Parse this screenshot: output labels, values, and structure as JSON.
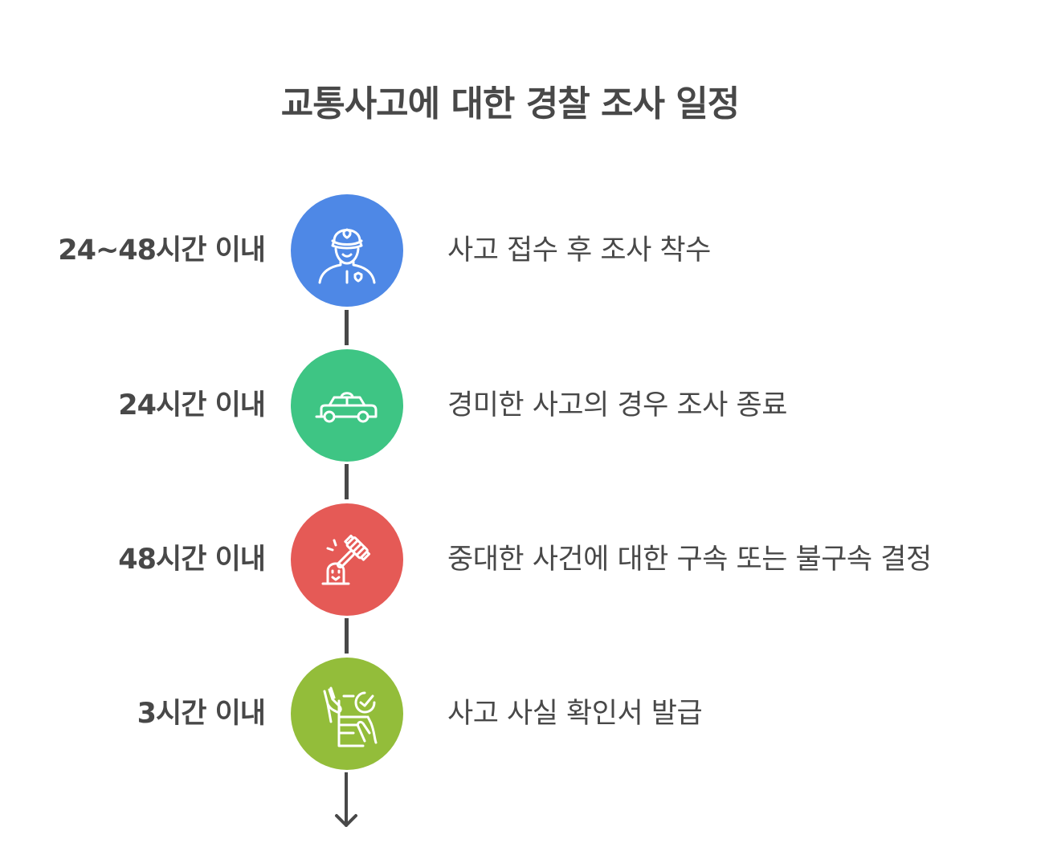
{
  "title": "교통사고에 대한 경찰 조사 일정",
  "colors": {
    "text": "#484848",
    "step_1": "#4E88E6",
    "step_2": "#3EC584",
    "step_3": "#E55A56",
    "step_4": "#93BD3A",
    "connector": "#484848"
  },
  "steps": [
    {
      "label": "24~48시간 이내",
      "description": "사고 접수 후 조사 착수",
      "icon": "police-officer-icon",
      "color": "#4E88E6"
    },
    {
      "label": "24시간 이내",
      "description": "경미한 사고의 경우 조사 종료",
      "icon": "police-car-icon",
      "color": "#3EC584"
    },
    {
      "label": "48시간 이내",
      "description": "중대한 사건에 대한 구속 또는 불구속 결정",
      "icon": "gavel-siren-icon",
      "color": "#E55A56"
    },
    {
      "label": "3시간 이내",
      "description": "사고 사실 확인서 발급",
      "icon": "document-check-icon",
      "color": "#93BD3A"
    }
  ]
}
